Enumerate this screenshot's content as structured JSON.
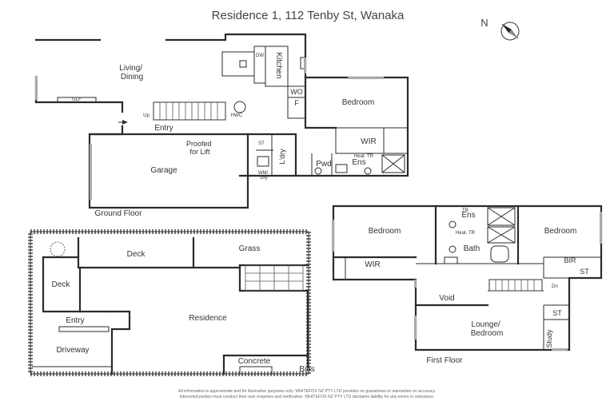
{
  "title": "Residence 1, 112 Tenby St, Wanaka",
  "north_label": "N",
  "floors": {
    "ground": {
      "caption": "Ground Floor",
      "rooms": {
        "living": "Living/\nDining",
        "glf": "GLF",
        "dw": "DW",
        "kitchen": "Kitchen",
        "wo": "WO",
        "f": "F",
        "up": "Up",
        "hwc": "HWC",
        "entry": "Entry",
        "bedroom": "Bedroom",
        "proofed": "Proofed\nfor Lift",
        "st": "ST",
        "wir": "WIR",
        "garage": "Garage",
        "ldry": "L'dry",
        "pwd": "Pwd",
        "ens": "Ens",
        "heat_tr": "Heat. TR",
        "wm_dry": "WM/\nDry"
      }
    },
    "site": {
      "rooms": {
        "deck_top": "Deck",
        "grass": "Grass",
        "deck_left": "Deck",
        "residence": "Residence",
        "entry": "Entry",
        "driveway": "Driveway",
        "concrete": "Concrete",
        "bins": "Bins"
      }
    },
    "first": {
      "caption": "First Floor",
      "rooms": {
        "tr": "TR",
        "ens": "Ens",
        "heat_tr": "Heat. TR",
        "bedroom_left": "Bedroom",
        "bedroom_right": "Bedroom",
        "bath": "Bath",
        "wir": "WIR",
        "bir": "BIR",
        "st_right": "ST",
        "dn": "Dn",
        "void": "Void",
        "st_lower": "ST",
        "lounge": "Lounge/\nBedroom",
        "study": "Study"
      }
    }
  },
  "disclaimer": [
    "All information is approximate and for illustrative purposes only. WHITEFOX NZ PTY LTD provides no guarantees or warranties on accuracy.",
    "Interested parties must conduct their own enquiries and verification. WHITEFOX NZ PTY LTD disclaims liability for any errors or omissions."
  ]
}
